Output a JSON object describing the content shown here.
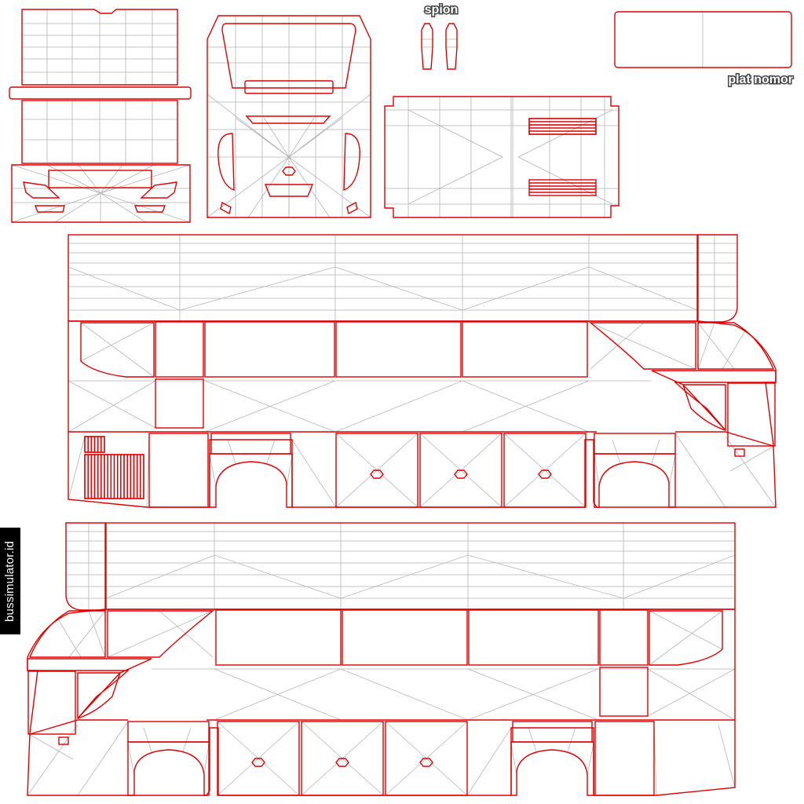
{
  "labels": {
    "mirror": "spion",
    "plate": "plat nomor"
  },
  "watermark": "bussimulator.id",
  "colors": {
    "outline": "#e00000",
    "mesh": "#b4b4b4",
    "background": "#ffffff",
    "watermark_bg": "#000000"
  }
}
